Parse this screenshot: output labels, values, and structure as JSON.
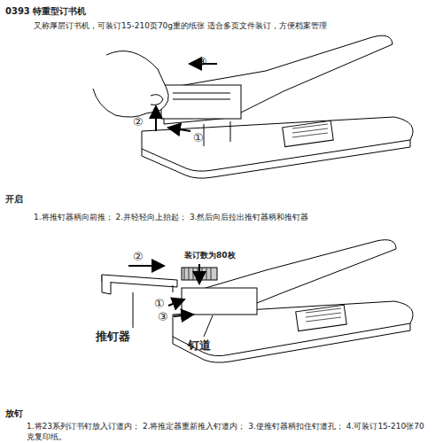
{
  "diagram": {
    "title": "0393 特重型订书机",
    "labels": [
      "又称厚层订书机，可装订15-210页70g重的纸张 适合多页文件装订，方便档案管理",
      "③",
      "②",
      "①",
      "开启",
      "1.将推钉器柄向前推； 2.并轻轻向上抬起； 3.然后向后拉出推钉器柄和推钉器",
      "②",
      "装订数为80枚",
      "①",
      "③",
      "推钉器",
      "钉道",
      "放钉",
      "1.将23系列订书钉放入订道内； 2.将推定器重新推入钉道内； 3.使推钉器柄扣住钉道孔； 4.可装订15-210张70克复印纸。"
    ]
  }
}
